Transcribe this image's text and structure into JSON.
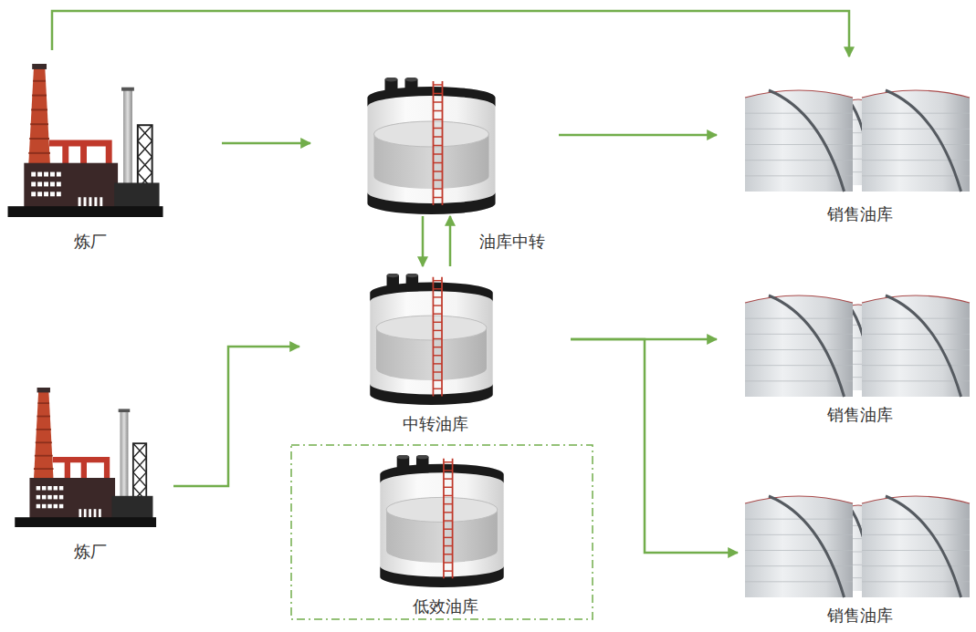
{
  "diagram": {
    "nodes": [
      {
        "text": [
          "炼厂"
        ]
      },
      {
        "text": []
      },
      {
        "text": [
          "销售油库"
        ]
      },
      {
        "text": [
          "中转油库"
        ]
      },
      {
        "text": [
          "销售油库"
        ]
      },
      {
        "text": [
          "炼厂"
        ]
      },
      {
        "text": [
          "低效油库"
        ]
      },
      {
        "text": [
          "销售油库"
        ]
      }
    ],
    "edges": [
      {
        "from": 0,
        "to": 2,
        "arrow": "to"
      },
      {
        "from": 0,
        "to": 1,
        "arrow": "to"
      },
      {
        "from": 1,
        "to": 2,
        "arrow": "to"
      },
      {
        "from": 1,
        "to": 3,
        "arrow": "to"
      },
      {
        "from": 3,
        "to": 1,
        "arrow": "to",
        "label": "油库中转"
      },
      {
        "from": 5,
        "to": 3,
        "arrow": "to"
      },
      {
        "from": 3,
        "to": 4,
        "arrow": "to"
      },
      {
        "from": 3,
        "to": 7,
        "arrow": "to"
      }
    ]
  }
}
